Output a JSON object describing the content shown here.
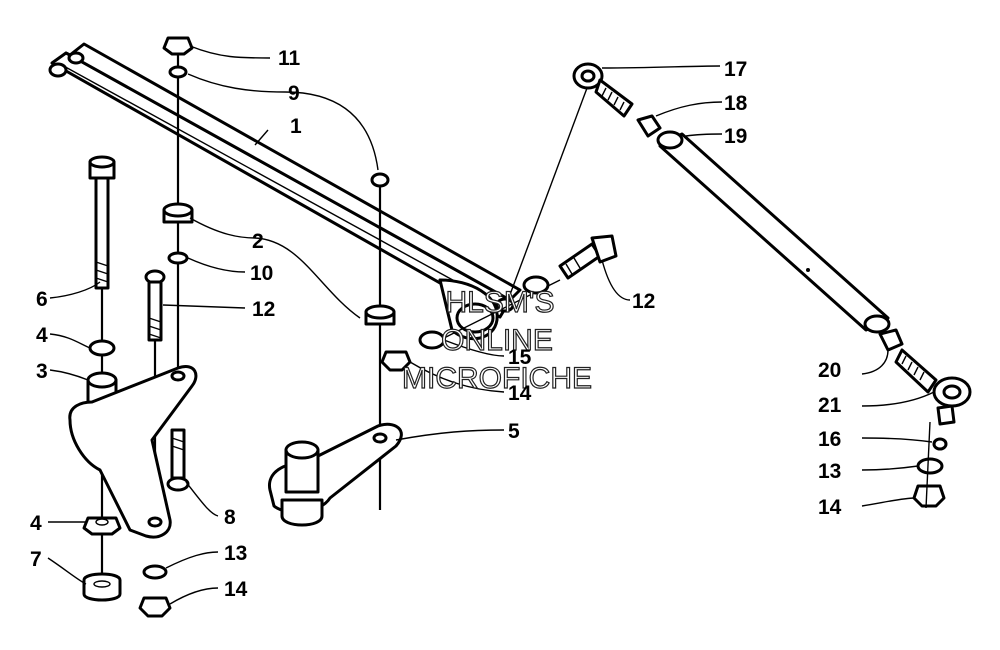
{
  "labels": [
    {
      "id": "11",
      "text": "11"
    },
    {
      "id": "9",
      "text": "9"
    },
    {
      "id": "1",
      "text": "1"
    },
    {
      "id": "2",
      "text": "2"
    },
    {
      "id": "10",
      "text": "10"
    },
    {
      "id": "12a",
      "text": "12"
    },
    {
      "id": "6",
      "text": "6"
    },
    {
      "id": "4a",
      "text": "4"
    },
    {
      "id": "3",
      "text": "3"
    },
    {
      "id": "8",
      "text": "8"
    },
    {
      "id": "4b",
      "text": "4"
    },
    {
      "id": "13a",
      "text": "13"
    },
    {
      "id": "7",
      "text": "7"
    },
    {
      "id": "14a",
      "text": "14"
    },
    {
      "id": "15",
      "text": "15"
    },
    {
      "id": "14b",
      "text": "14"
    },
    {
      "id": "5",
      "text": "5"
    },
    {
      "id": "12b",
      "text": "12"
    },
    {
      "id": "17",
      "text": "17"
    },
    {
      "id": "18",
      "text": "18"
    },
    {
      "id": "19",
      "text": "19"
    },
    {
      "id": "20",
      "text": "20"
    },
    {
      "id": "21",
      "text": "21"
    },
    {
      "id": "16",
      "text": "16"
    },
    {
      "id": "13b",
      "text": "13"
    },
    {
      "id": "14c",
      "text": "14"
    }
  ],
  "watermark": {
    "line1": "HLSM'S",
    "line2": "ONLINE",
    "line3": "MICROFICHE"
  }
}
